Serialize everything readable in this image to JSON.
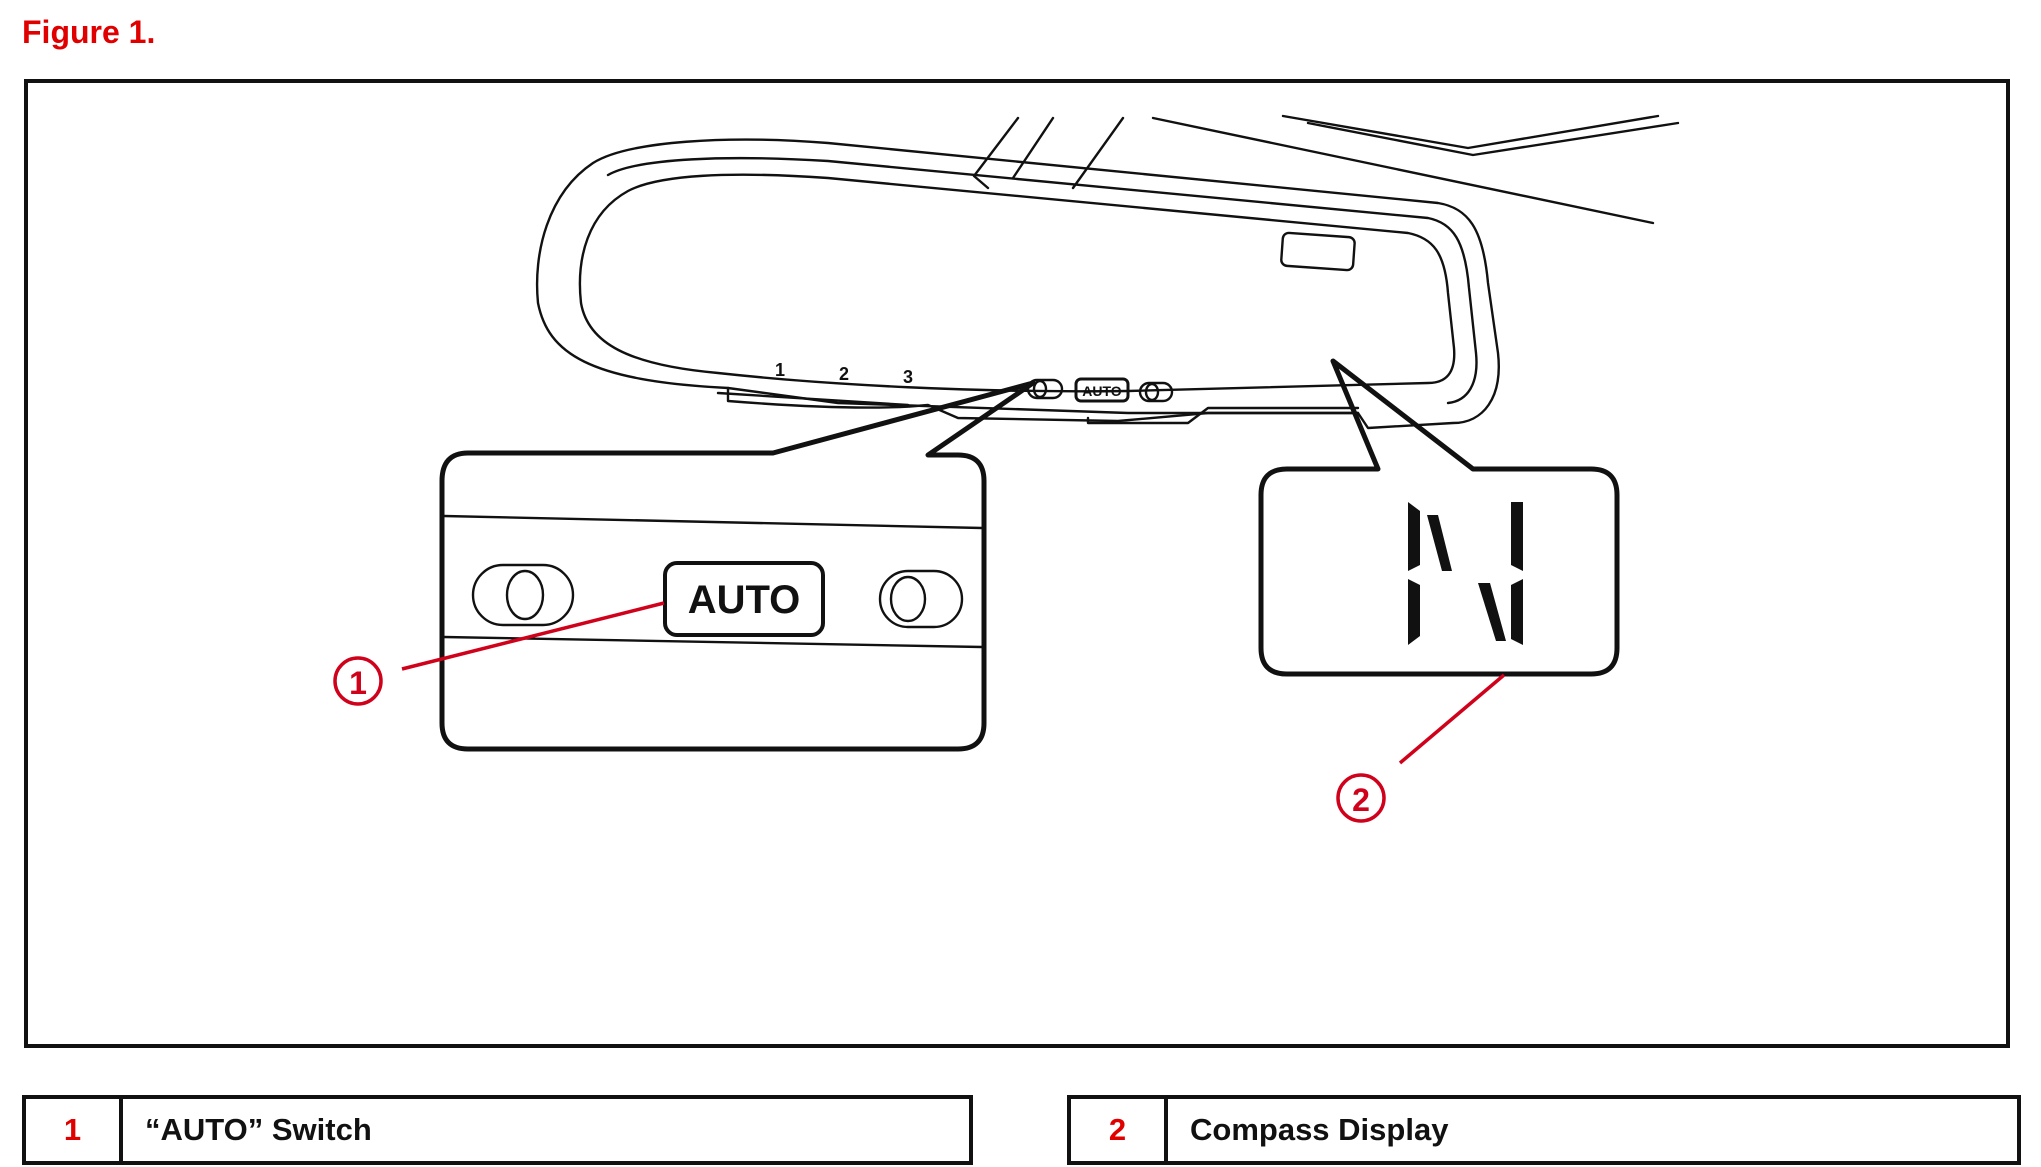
{
  "figure": {
    "title": "Figure 1."
  },
  "mirror": {
    "setting_labels": [
      "1",
      "2",
      "3"
    ],
    "auto_button_label": "AUTO"
  },
  "zoom_auto": {
    "button_label": "AUTO"
  },
  "compass": {
    "heading": "N"
  },
  "callouts": [
    {
      "number": "1",
      "label": "“AUTO” Switch"
    },
    {
      "number": "2",
      "label": "Compass Display"
    }
  ],
  "colors": {
    "accent": "#e00000",
    "line": "#111111"
  }
}
